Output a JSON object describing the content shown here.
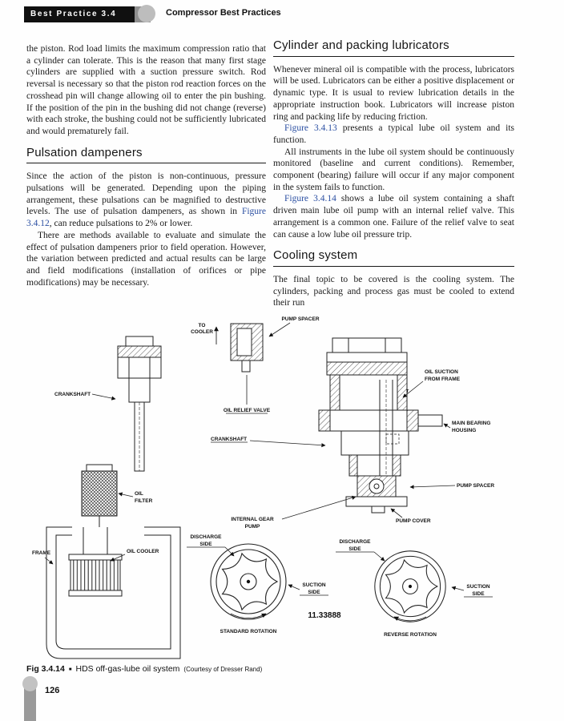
{
  "header": {
    "badge": "Best Practice 3.4",
    "title": "Compressor Best Practices"
  },
  "colors": {
    "link": "#2b4fa2",
    "badge_bg": "#101010"
  },
  "left_column": {
    "para1": "the piston. Rod load limits the maximum compression ratio that a cylinder can tolerate. This is the reason that many first stage cylinders are supplied with a suction pressure switch. Rod reversal is necessary so that the piston rod reaction forces on the crosshead pin will change allowing oil to enter the pin bushing. If the position of the pin in the bushing did not change (reverse) with each stroke, the bushing could not be sufficiently lubricated and would prematurely fail.",
    "heading": "Pulsation dampeners",
    "para2_pre": "Since the action of the piston is non-continuous, pressure pulsations will be generated. Depending upon the piping arrangement, these pulsations can be magnified to destructive levels. The use of pulsation dampeners, as shown in ",
    "para2_link": "Figure 3.4.12",
    "para2_post": ", can reduce pulsations to 2% or lower.",
    "para3": "There are methods available to evaluate and simulate the effect of pulsation dampeners prior to field operation. However, the variation between predicted and actual results can be large and field modifications (installation of orifices or pipe modifications) may be necessary."
  },
  "right_column": {
    "heading1": "Cylinder and packing lubricators",
    "para1": "Whenever mineral oil is compatible with the process, lubricators will be used. Lubricators can be either a positive displacement or dynamic type. It is usual to review lubrication details in the appropriate instruction book. Lubricators will increase piston ring and packing life by reducing friction.",
    "para2_link": "Figure 3.4.13",
    "para2_post": " presents a typical lube oil system and its function.",
    "para3": "All instruments in the lube oil system should be continuously monitored (baseline and current conditions). Remember, component (bearing) failure will occur if any major component in the system fails to function.",
    "para4_link": "Figure 3.4.14",
    "para4_post": " shows a lube oil system containing a shaft driven main lube oil pump with an internal relief valve. This arrangement is a common one. Failure of the relief valve to seat can cause a low lube oil pressure trip.",
    "heading2": "Cooling system",
    "para5": "The final topic to be covered is the cooling system. The cylinders, packing and process gas must be cooled to extend their run"
  },
  "figure": {
    "labels": {
      "pump_spacer_top": "PUMP SPACER",
      "to_cooler": [
        "TO",
        "COOLER"
      ],
      "crankshaft_left": "CRANKSHAFT",
      "oil_relief_valve": "OIL RELIEF VALVE",
      "oil_suction": [
        "OIL SUCTION",
        "FROM FRAME"
      ],
      "t_mark": "T",
      "crankshaft_right": "CRANKSHAFT",
      "main_bearing": [
        "MAIN BEARING",
        "HOUSING"
      ],
      "pump_spacer_right": "PUMP SPACER",
      "oil_filter": [
        "OIL",
        "FILTER"
      ],
      "internal_gear_pump": [
        "INTERNAL GEAR",
        "PUMP"
      ],
      "pump_cover": "PUMP COVER",
      "discharge_left": [
        "DISCHARGE",
        "SIDE"
      ],
      "suction_left": [
        "SUCTION",
        "SIDE"
      ],
      "discharge_right": [
        "DISCHARGE",
        "SIDE"
      ],
      "suction_right": [
        "SUCTION",
        "SIDE"
      ],
      "frame": "FRAME",
      "oil_cooler": "OIL COOLER",
      "standard_rotation": "STANDARD ROTATION",
      "reverse_rotation": "REVERSE ROTATION",
      "part_number": "11.33888"
    },
    "caption": {
      "fig": "Fig 3.4.14",
      "bullet": "■",
      "title": "HDS off-gas-lube oil system",
      "courtesy": "(Courtesy of Dresser Rand)"
    }
  },
  "footer": {
    "page_number": "126"
  }
}
